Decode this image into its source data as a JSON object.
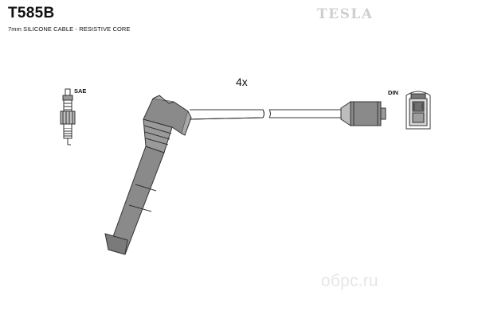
{
  "header": {
    "part_code": "T585B",
    "subtitle": "7mm SILICONE CABLE - RESISTIVE CORE",
    "brand": "TESLA"
  },
  "diagram": {
    "quantity": "4x",
    "sae_label": "SAE",
    "din_label": "DIN"
  },
  "watermark": {
    "text": "oбpc.ru"
  },
  "colors": {
    "line": "#333333",
    "part_fill": "#8a8a8a",
    "brand": "#cfcfcf",
    "watermark": "#e6e6e6"
  },
  "icons": [
    "spark-plug-icon",
    "din-connector-icon",
    "ignition-boot-icon",
    "cable-icon"
  ]
}
